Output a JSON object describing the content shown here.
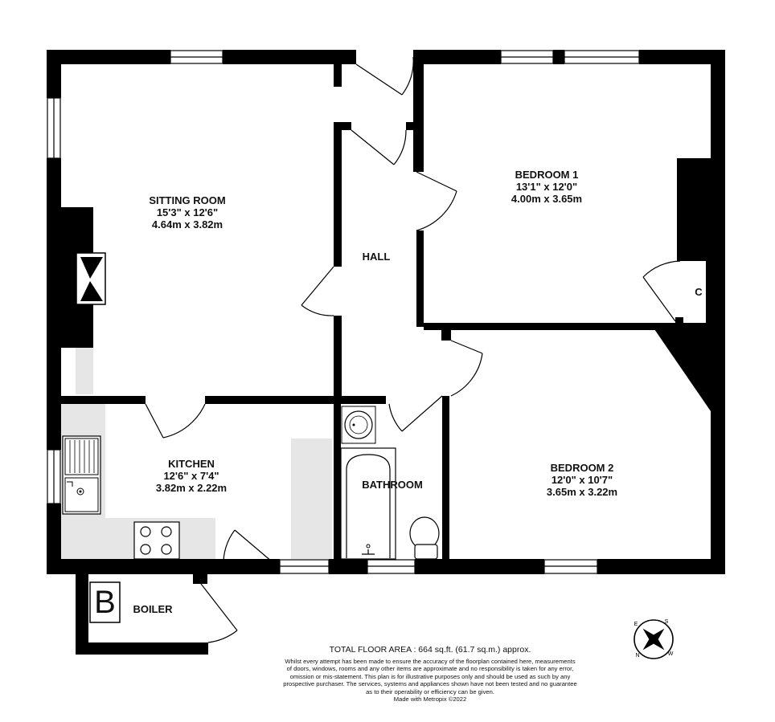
{
  "rooms": {
    "sitting_room": {
      "name": "SITTING ROOM",
      "imperial": "15'3\"  x 12'6\"",
      "metric": "4.64m  x 3.82m"
    },
    "bedroom1": {
      "name": "BEDROOM 1",
      "imperial": "13'1\"  x 12'0\"",
      "metric": "4.00m  x 3.65m"
    },
    "hall": {
      "name": "HALL"
    },
    "kitchen": {
      "name": "KITCHEN",
      "imperial": "12'6\"  x 7'4\"",
      "metric": "3.82m  x 2.22m"
    },
    "bathroom": {
      "name": "BATHROOM"
    },
    "bedroom2": {
      "name": "BEDROOM 2",
      "imperial": "12'0\"  x 10'7\"",
      "metric": "3.65m  x 3.22m"
    },
    "cupboard": {
      "name": "C"
    },
    "boiler": {
      "name": "BOILER",
      "symbol": "B"
    }
  },
  "compass": {
    "letters": [
      "N",
      "E",
      "S",
      "W"
    ],
    "icon": "compass-rose-icon"
  },
  "footer": {
    "total_area": "TOTAL FLOOR AREA : 664 sq.ft. (61.7 sq.m.) approx.",
    "disclaimer_lines": [
      "Whilst every attempt has been made to ensure the accuracy of the floorplan contained here, measurements",
      "of doors, windows, rooms and any other items are approximate and no responsibility is taken for any error,",
      "omission or mis-statement. This plan is for illustrative purposes only and should be used as such by any",
      "prospective purchaser. The services, systems and appliances shown have not been tested and no guarantee",
      "as to their operability or efficiency can be given.",
      "Made with Metropix ©2022"
    ]
  },
  "colors": {
    "wall": "#000000",
    "fitted_units": "#e6e6e6",
    "background": "#ffffff"
  }
}
